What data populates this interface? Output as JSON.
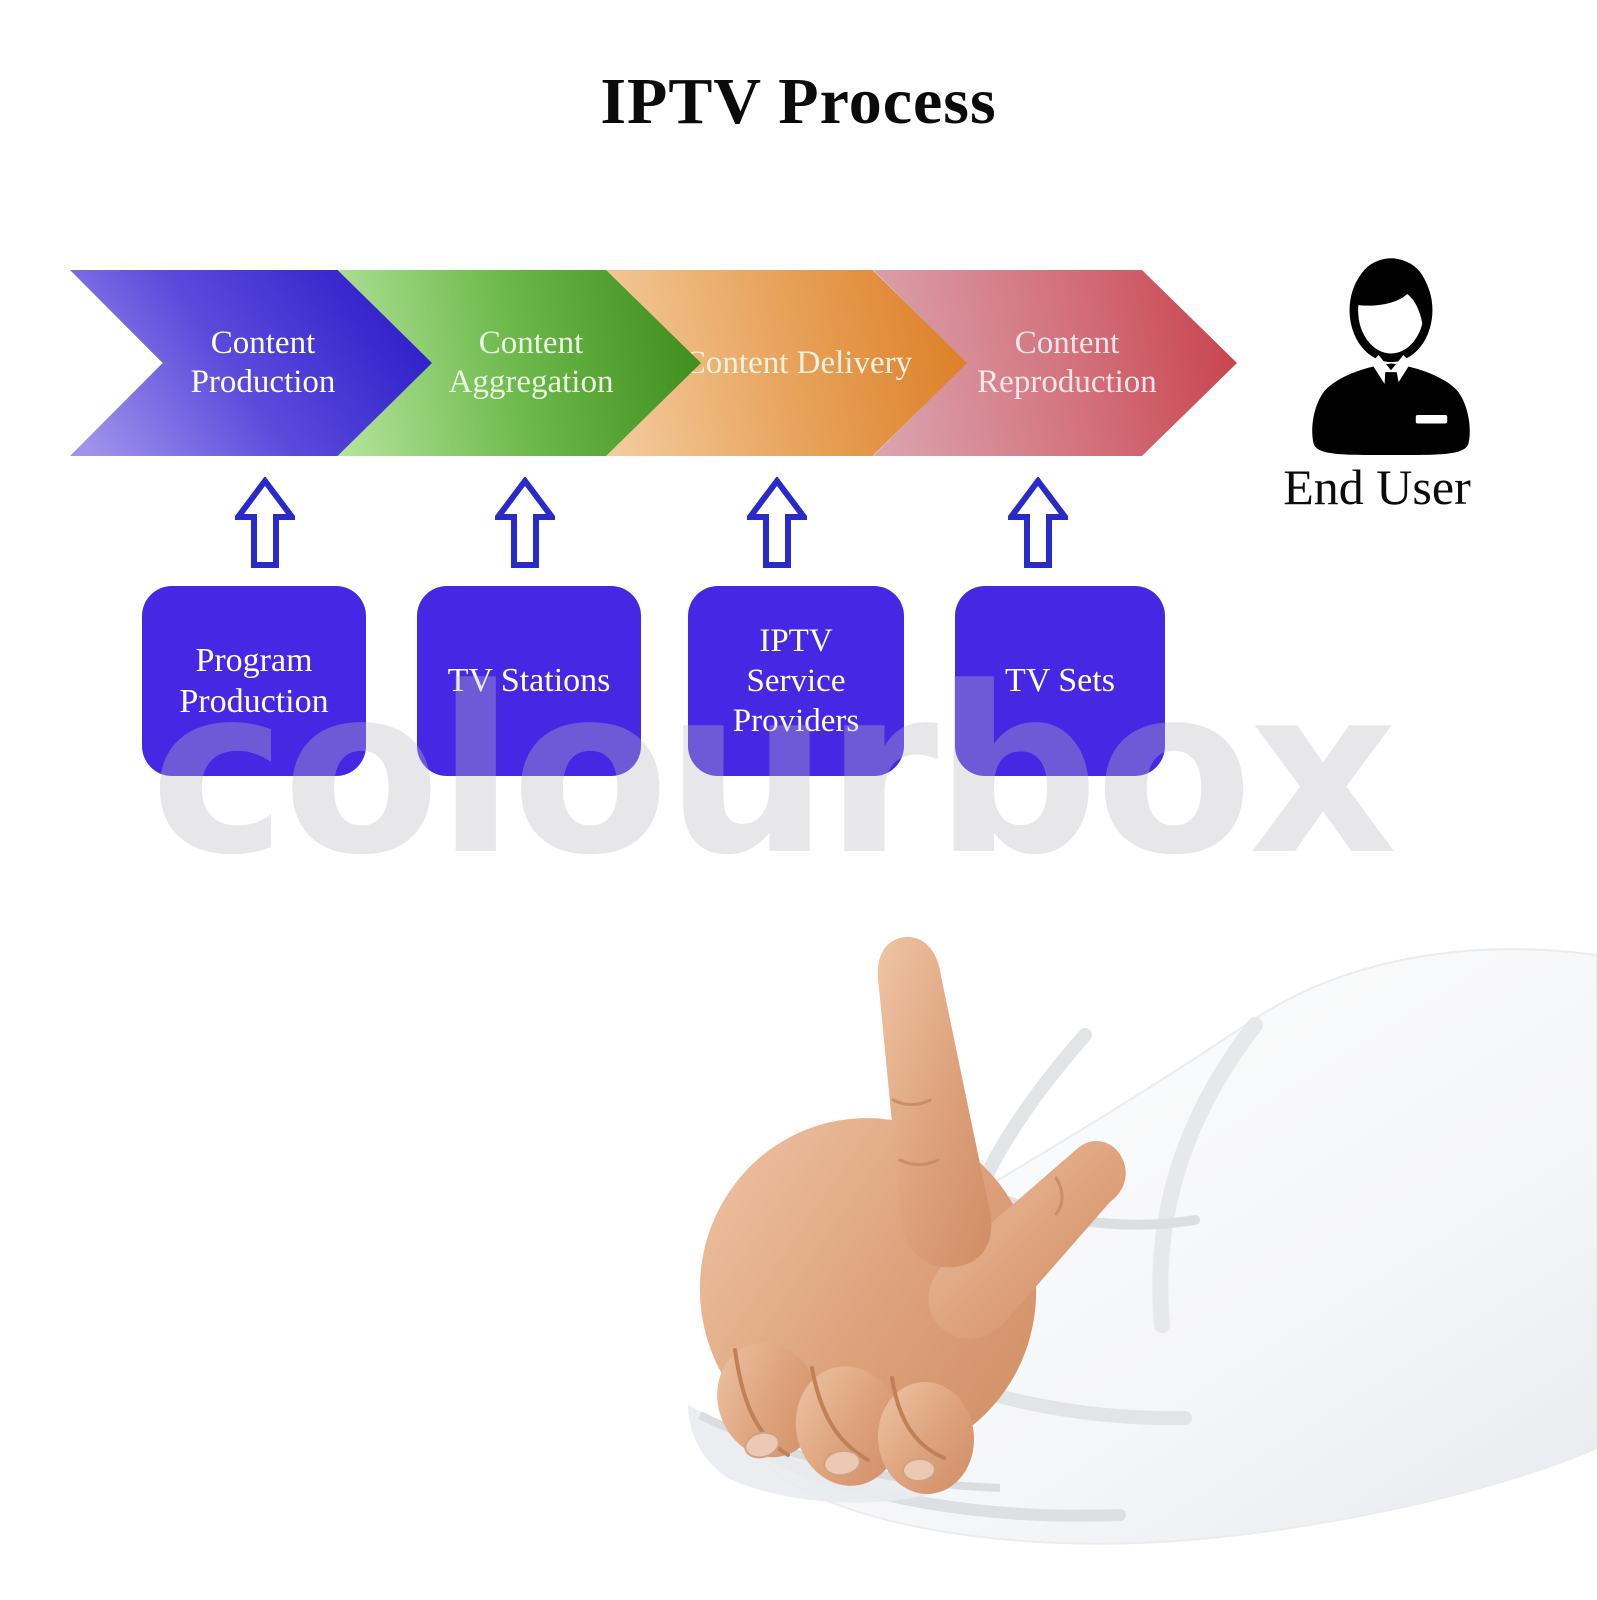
{
  "title": "IPTV Process",
  "flow": {
    "steps": [
      {
        "label": "Content Production",
        "color_from": "#a193ec",
        "color_to": "#2c1cc8"
      },
      {
        "label": "Content Aggregation",
        "color_from": "#b6e59e",
        "color_to": "#3f8e1e"
      },
      {
        "label": "Content Delivery",
        "color_from": "#f4cda0",
        "color_to": "#dd8028"
      },
      {
        "label": "Content Reproduction",
        "color_from": "#dba6b1",
        "color_to": "#c84550"
      }
    ],
    "sources": [
      {
        "label": "Program Production"
      },
      {
        "label": "TV Stations"
      },
      {
        "label": "IPTV Service Providers"
      },
      {
        "label": "TV Sets"
      }
    ],
    "box_color": "#4527e4",
    "up_arrow_outline_color": "#2a2ac8"
  },
  "end_user": {
    "label": "End User"
  },
  "watermark": {
    "text": "colourbox"
  }
}
